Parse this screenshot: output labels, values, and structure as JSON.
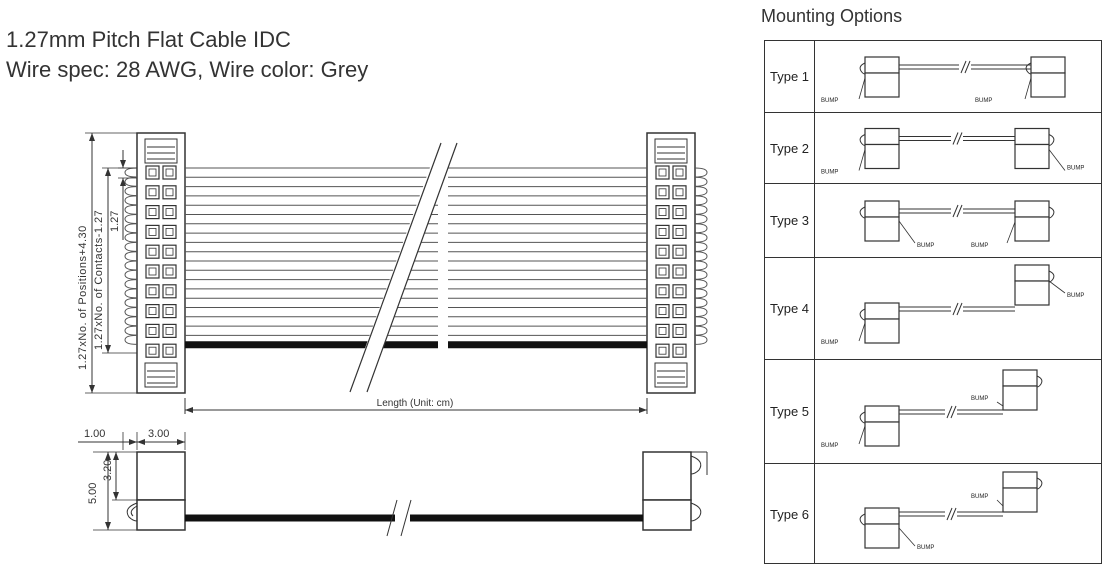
{
  "header": {
    "title": "1.27mm Pitch Flat Cable IDC",
    "wire_spec": "Wire spec: 28 AWG,  Wire color: Grey"
  },
  "drawing": {
    "dim_positions": "1.27xNo. of Positions+4.30",
    "dim_contacts": "1.27xNo. of Contacts-1.27",
    "dim_pitch": "1.27",
    "length_label": "Length (Unit: cm)",
    "dim_1_00": "1.00",
    "dim_3_00": "3.00",
    "dim_5_00": "5.00",
    "dim_3_20": "3.20"
  },
  "mounting": {
    "title": "Mounting Options",
    "bump_label": "BUMP",
    "types": [
      {
        "label": "Type 1"
      },
      {
        "label": "Type 2"
      },
      {
        "label": "Type 3"
      },
      {
        "label": "Type 4"
      },
      {
        "label": "Type 5"
      },
      {
        "label": "Type 6"
      }
    ]
  },
  "colors": {
    "line": "#333333",
    "cable_black": "#111111"
  }
}
